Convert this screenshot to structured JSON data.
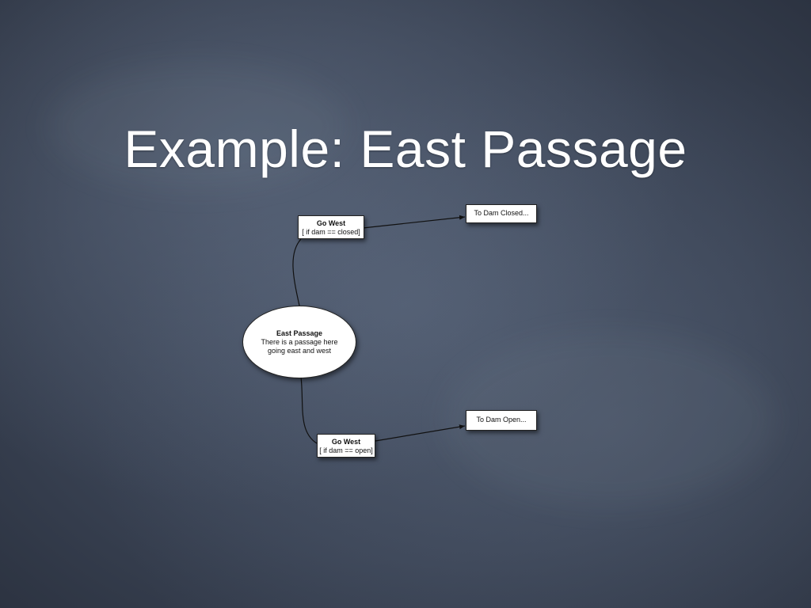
{
  "slide": {
    "title": "Example: East Passage"
  },
  "diagram": {
    "state": {
      "title": "East Passage",
      "line1": "There is a passage here",
      "line2": "going east and west"
    },
    "transitions": [
      {
        "action": "Go West",
        "condition": "[ if dam == closed]"
      },
      {
        "action": "Go West",
        "condition": "[ if dam == open]"
      }
    ],
    "targets": [
      {
        "label": "To Dam Closed..."
      },
      {
        "label": "To Dam Open..."
      }
    ]
  },
  "colors": {
    "background": "#3a4354",
    "node_fill": "#ffffff",
    "line": "#111111"
  }
}
